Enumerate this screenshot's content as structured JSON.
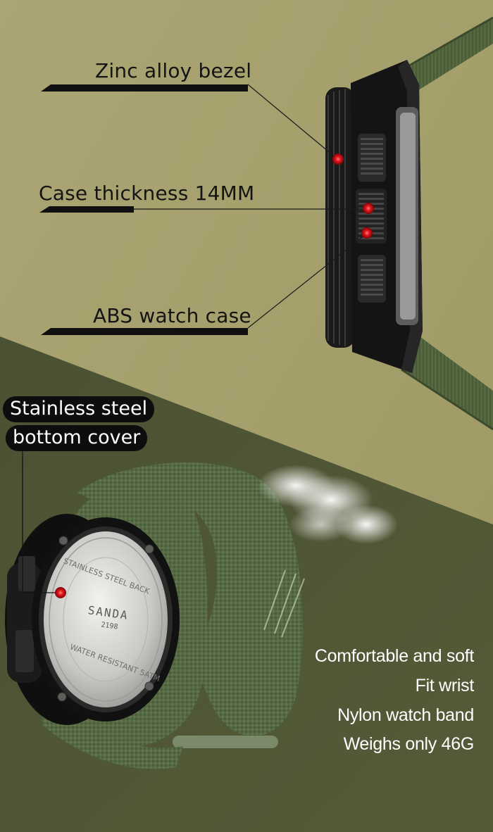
{
  "callouts": {
    "bezel": "Zinc alloy bezel",
    "thickness": "Case thickness 14MM",
    "case": "ABS watch case"
  },
  "bottom_cover": {
    "line1": "Stainless steel",
    "line2": "bottom cover"
  },
  "caseback": {
    "top_ring": "STAINLESS STEEL BACK",
    "brand": "SANDA",
    "model": "2198",
    "bottom_ring": "WATER RESISTANT 5ATM"
  },
  "features": [
    "Comfortable and soft",
    "Fit wrist",
    "Nylon watch band",
    "Weighs only 46G"
  ],
  "colors": {
    "khaki": "#a49f6b",
    "olive": "#4d5434",
    "strap": "#4f6440",
    "marker": "#e0141b"
  }
}
